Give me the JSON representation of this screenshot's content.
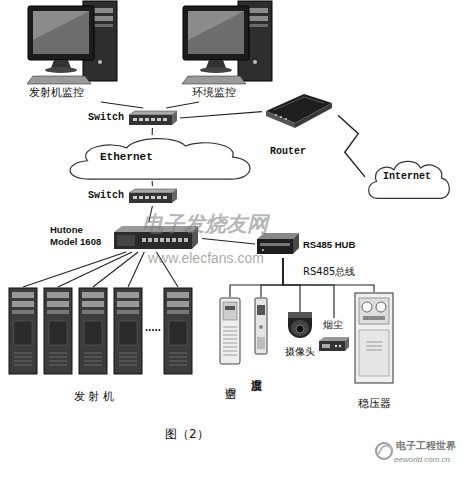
{
  "diagram": {
    "caption": "图（2）",
    "nodes": [
      {
        "text": [
          "发射机监控"
        ]
      },
      {
        "text": [
          "环境监控"
        ]
      },
      {
        "text": [
          "Switch"
        ]
      },
      {
        "text": [
          "Router"
        ]
      },
      {
        "text": [
          "Ethernet"
        ]
      },
      {
        "text": [
          "Internet"
        ]
      },
      {
        "text": [
          "Switch"
        ]
      },
      {
        "text": [
          "Hutone Model 1608"
        ]
      },
      {
        "text": [
          "RS485 HUB"
        ]
      },
      {
        "text": [
          "发 射 机"
        ]
      },
      {
        "text": [
          "空调"
        ]
      },
      {
        "text": [
          "温度湿度"
        ]
      },
      {
        "text": [
          "摄像头"
        ]
      },
      {
        "text": [
          "烟尘"
        ]
      },
      {
        "text": [
          "稳压器"
        ]
      }
    ],
    "edges": [
      {
        "from": 0,
        "to": 2,
        "arrow": "none"
      },
      {
        "from": 1,
        "to": 2,
        "arrow": "none"
      },
      {
        "from": 2,
        "to": 3,
        "arrow": "none"
      },
      {
        "from": 2,
        "to": 4,
        "arrow": "none"
      },
      {
        "from": 4,
        "to": 6,
        "arrow": "none"
      },
      {
        "from": 6,
        "to": 7,
        "arrow": "none"
      },
      {
        "from": 3,
        "to": 5,
        "arrow": "none"
      },
      {
        "from": 7,
        "to": 8,
        "arrow": "none"
      },
      {
        "from": 7,
        "to": 9,
        "arrow": "none"
      },
      {
        "from": 8,
        "to": 10,
        "arrow": "none"
      },
      {
        "from": 8,
        "to": 11,
        "arrow": "none"
      },
      {
        "from": 8,
        "to": 12,
        "arrow": "none"
      },
      {
        "from": 8,
        "to": 13,
        "arrow": "none"
      },
      {
        "from": 8,
        "to": 14,
        "arrow": "none"
      }
    ],
    "labels": [
      "RS485总线",
      "电子发烧友网",
      "www.elecfans.com",
      "电子工程世界",
      "eeworld.com.cn"
    ]
  }
}
